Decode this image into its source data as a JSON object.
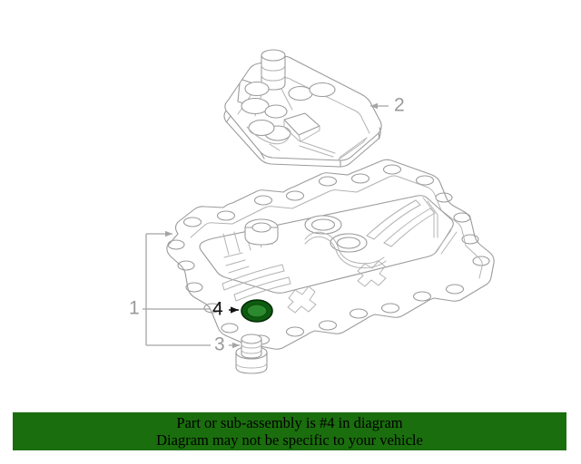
{
  "diagram": {
    "title": "Automatic transmission oil pan assembly exploded diagram",
    "background_color": "#ffffff",
    "line_color": "#9b9b9b",
    "callouts": [
      {
        "id": "callout-1",
        "number": "1",
        "part_name": "Oil pan assembly (bracketed sub-assembly)",
        "style": "gray",
        "pointer": "bracket"
      },
      {
        "id": "callout-2",
        "number": "2",
        "part_name": "Transmission oil filter / strainer",
        "style": "gray",
        "pointer": "arrow-left"
      },
      {
        "id": "callout-3",
        "number": "3",
        "part_name": "Oil drain plug",
        "style": "gray",
        "pointer": "arrow-right"
      },
      {
        "id": "callout-4",
        "number": "4",
        "part_name": "Drain plug gasket / washer (highlighted)",
        "style": "highlighted",
        "pointer": "arrow-right"
      }
    ],
    "highlight": {
      "part_number": "4",
      "outer_color": "#0d5c10",
      "inner_color": "#2a8a2d",
      "shape": "ring-gasket"
    }
  },
  "banner": {
    "background_color": "#1a6e0d",
    "text_color": "#000000",
    "line1": "Part or sub-assembly is #4 in diagram",
    "line2": "Diagram may not be specific to your vehicle"
  }
}
